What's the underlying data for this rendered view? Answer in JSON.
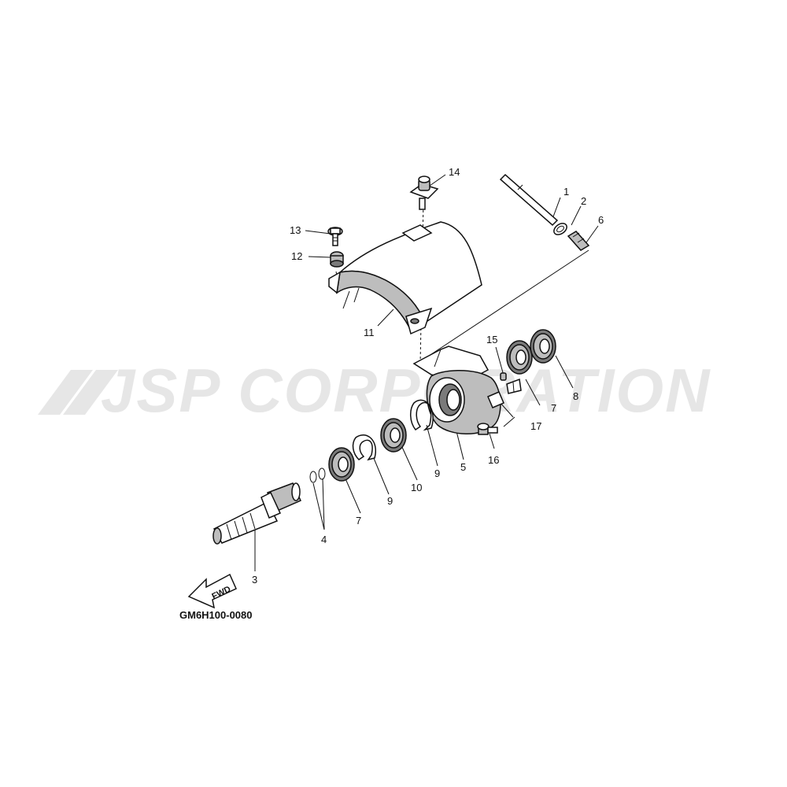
{
  "watermark": {
    "text": "JSP CORPORATION"
  },
  "diagram_code": "GM6H100-0080",
  "fwd_label": "FWD",
  "callouts": {
    "c1": "1",
    "c2": "2",
    "c3": "3",
    "c4": "4",
    "c5": "5",
    "c6": "6",
    "c7a": "7",
    "c7b": "7",
    "c8": "8",
    "c9a": "9",
    "c9b": "9",
    "c10": "10",
    "c11": "11",
    "c12": "12",
    "c13": "13",
    "c14": "14",
    "c15": "15",
    "c16": "16",
    "c17": "17"
  },
  "colors": {
    "watermark": "#e6e6e6",
    "line": "#111111",
    "fill_light": "#bdbdbd",
    "fill_dark": "#7a7a7a"
  }
}
